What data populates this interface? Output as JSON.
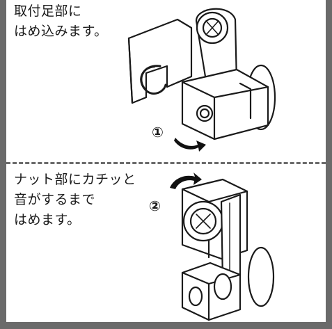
{
  "steps": [
    {
      "number": "①",
      "caption_lines": [
        "取付足部に",
        "はめ込みます。"
      ]
    },
    {
      "number": "②",
      "caption_lines": [
        "ナット部にカチッと",
        "音がするまで",
        "はめます。"
      ]
    }
  ],
  "colors": {
    "frame": "#6a6a6a",
    "panel": "#ffffff",
    "ink": "#1a1a1a",
    "arrow": "#111111"
  },
  "icons": [
    "curved-arrow-right-icon",
    "curved-arrow-left-icon"
  ]
}
